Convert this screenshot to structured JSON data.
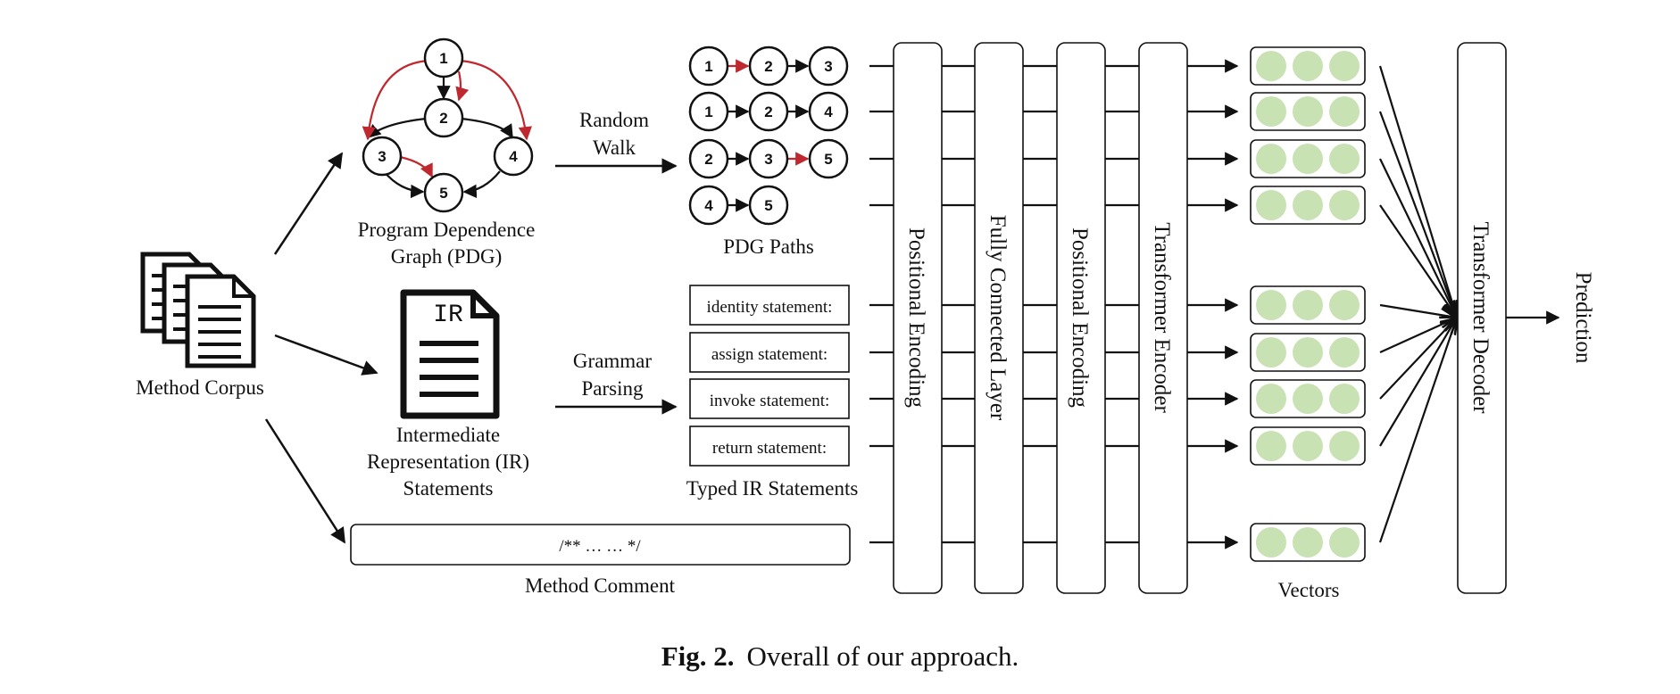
{
  "labels": {
    "method_corpus": "Method Corpus",
    "pdg_line1": "Program Dependence",
    "pdg_line2": "Graph (PDG)",
    "ir_line1": "Intermediate",
    "ir_line2": "Representation (IR)",
    "ir_line3": "Statements",
    "ir_doc_text": "IR",
    "random_walk_1": "Random",
    "random_walk_2": "Walk",
    "grammar_parsing_1": "Grammar",
    "grammar_parsing_2": "Parsing",
    "pdg_paths": "PDG Paths",
    "typed_ir": "Typed IR Statements",
    "method_comment": "Method Comment",
    "comment_text": "/** … … */",
    "vectors": "Vectors",
    "prediction": "Prediction"
  },
  "pdg_nodes": [
    "1",
    "2",
    "3",
    "4",
    "5"
  ],
  "paths": [
    [
      "1",
      "2",
      "3"
    ],
    [
      "1",
      "2",
      "4"
    ],
    [
      "2",
      "3",
      "5"
    ],
    [
      "4",
      "5"
    ]
  ],
  "ir_statements": [
    "identity statement:",
    "assign statement:",
    "invoke statement:",
    "return statement:"
  ],
  "layers": [
    "Positional Encoding",
    "Fully Connected Layer",
    "Positional Encoding",
    "Transformer Encoder"
  ],
  "decoder": "Transformer Decoder",
  "caption": {
    "fig": "Fig. 2.",
    "text": "Overall of our approach."
  },
  "colors": {
    "red_edge": "#c0282f",
    "vector_fill": "#c8e2b4",
    "stroke": "#111111"
  }
}
